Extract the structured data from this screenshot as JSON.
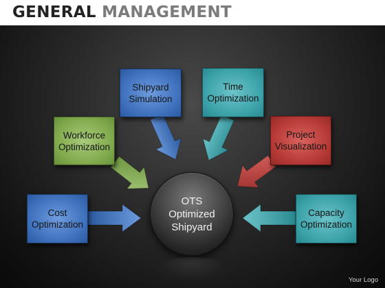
{
  "title": {
    "part1": "GENERAL",
    "part2": "MANAGEMENT"
  },
  "center": {
    "label": "OTS\nOptimized\nShipyard"
  },
  "boxes": [
    {
      "label": "Cost\nOptimization",
      "color": "#3f71bd"
    },
    {
      "label": "Workforce\nOptimization",
      "color": "#82ab4d"
    },
    {
      "label": "Shipyard\nSimulation",
      "color": "#3f71bd"
    },
    {
      "label": "Time\nOptimization",
      "color": "#3da3aa"
    },
    {
      "label": "Project\nVisualization",
      "color": "#b73a36"
    },
    {
      "label": "Capacity\nOptimization",
      "color": "#3da3aa"
    }
  ],
  "logo": "Your Logo"
}
